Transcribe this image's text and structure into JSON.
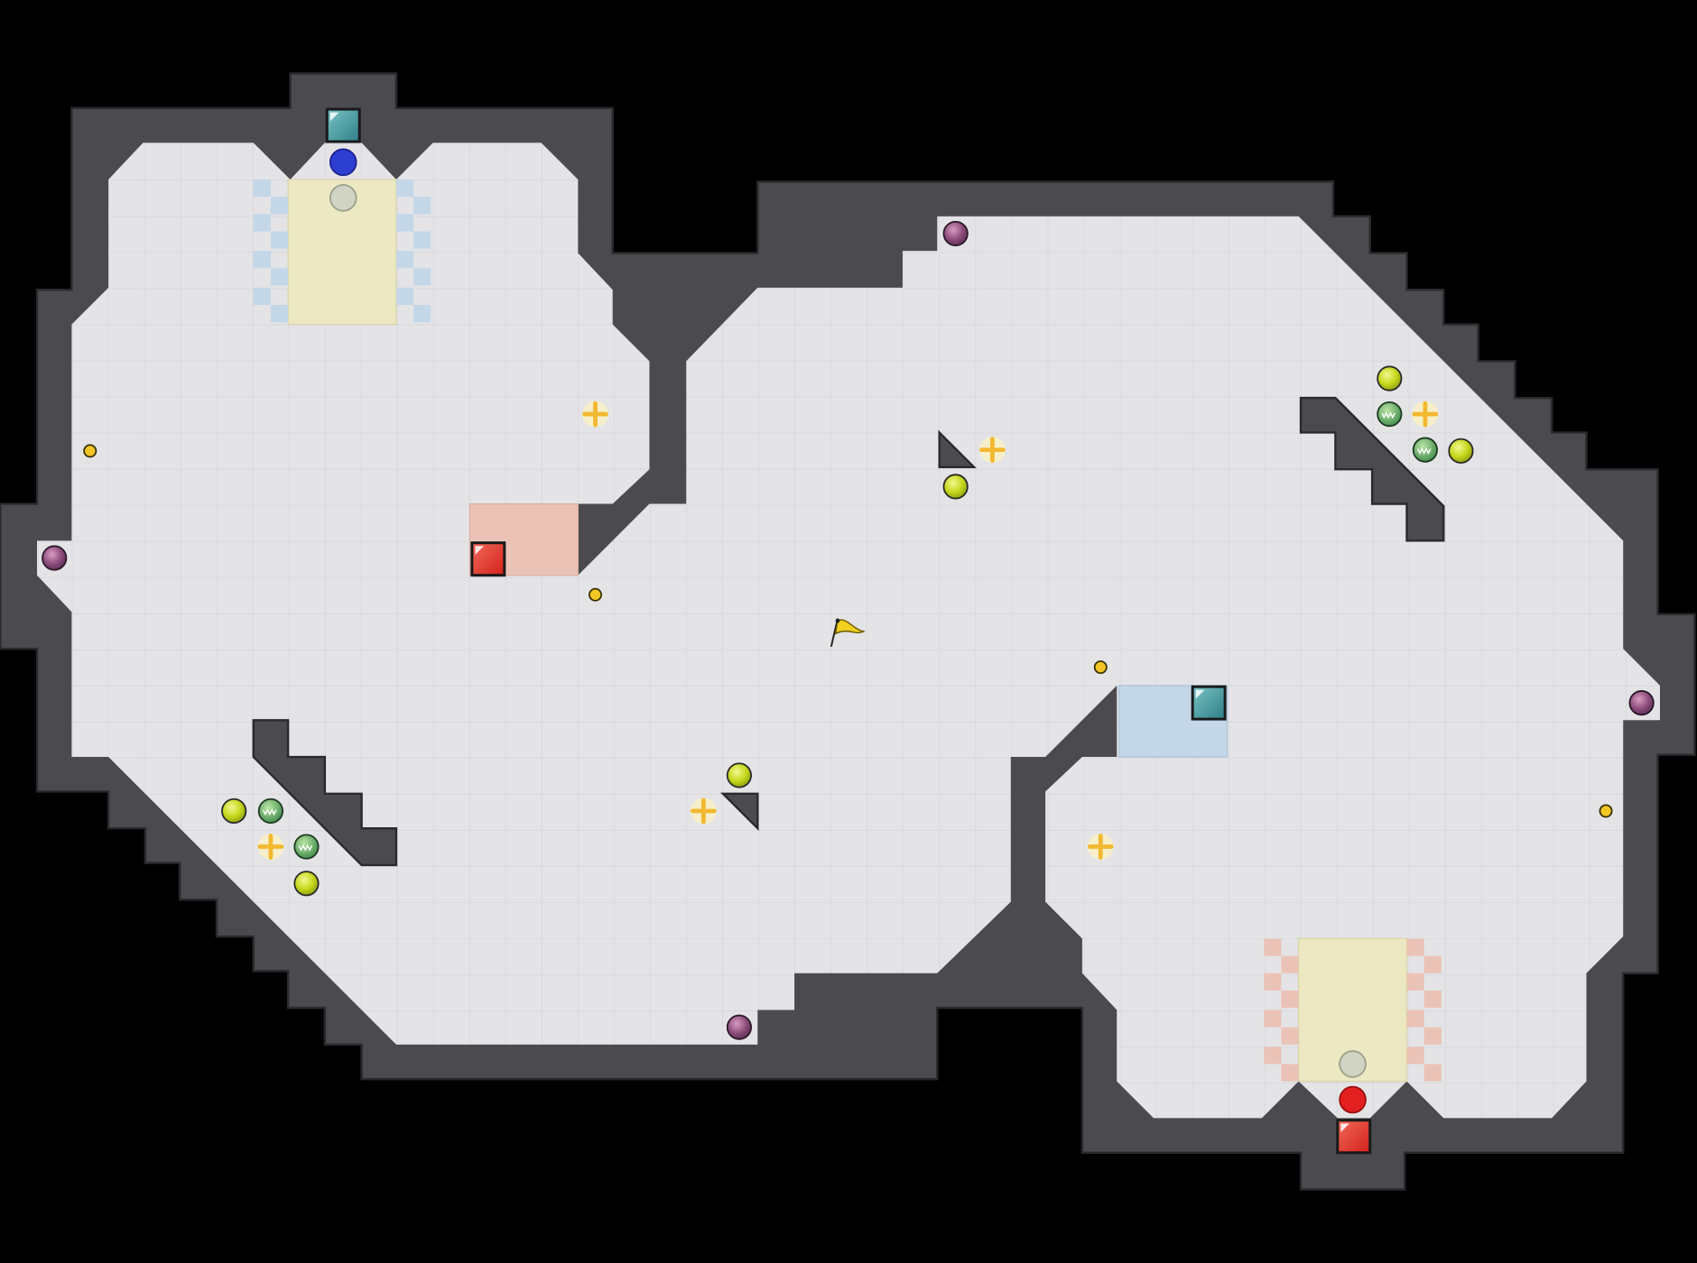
{
  "game": {
    "kind": "top-down tile arena map (capture-the-flag style)",
    "center_item": "yellow-flag",
    "bases": [
      {
        "team": "blue",
        "location": "top-left"
      },
      {
        "team": "red",
        "location": "bottom-right"
      }
    ],
    "pickups": [
      "boost-pad",
      "powerup-orb",
      "spike-mine",
      "gate-button",
      "bomb"
    ]
  },
  "colors": {
    "background": "#000000",
    "wall": "#4a4a4f",
    "wall_edge": "#2a2a2e",
    "floor": "#e4e4e7",
    "floor_grid": "#d3d3d8",
    "red_team": "#e8352a",
    "red_zone": "#ebc3b6",
    "blue_team": "#3060c0",
    "blue_zone": "#c3d7e8",
    "teal_endzone": "#3e9aa0",
    "yellow_zone": "#ece9c2",
    "boost": "#f2b830",
    "powerup": "#c8dc20",
    "bomb": "#8a4a7a",
    "spike": "#5aa060"
  }
}
